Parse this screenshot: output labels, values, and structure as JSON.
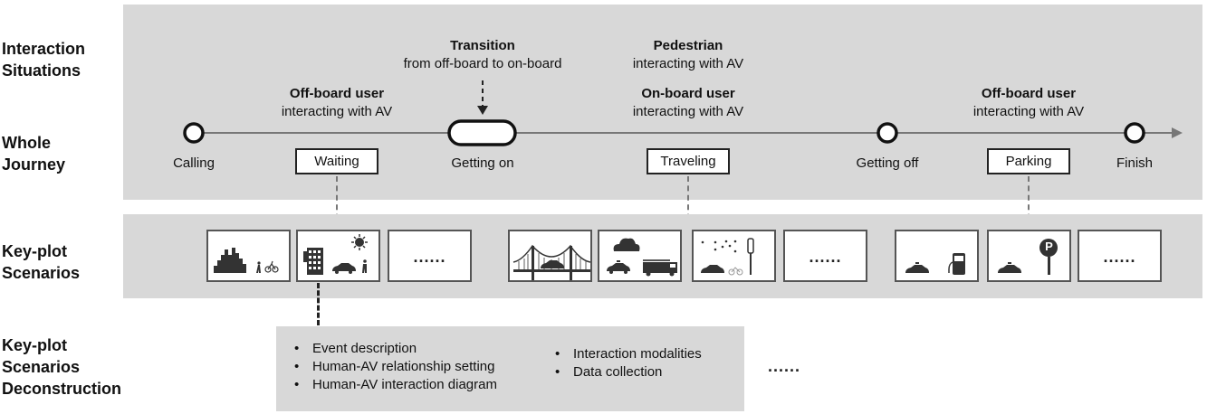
{
  "row_labels": {
    "interaction_situations": [
      "Interaction",
      "Situations"
    ],
    "whole_journey": [
      "Whole",
      "Journey"
    ],
    "keyplot_scenarios": [
      "Key-plot",
      "Scenarios"
    ],
    "keyplot_deconstruction": [
      "Key-plot",
      "Scenarios",
      "Deconstruction"
    ]
  },
  "situations": [
    {
      "title": "Off-board user",
      "subtitle": "interacting with AV"
    },
    {
      "title": "Transition",
      "subtitle": "from off-board to on-board"
    },
    {
      "title": "Pedestrian",
      "subtitle": "interacting with AV"
    },
    {
      "title": "On-board user",
      "subtitle": "interacting with AV"
    },
    {
      "title": "Off-board user",
      "subtitle": "interacting with AV"
    }
  ],
  "journey": {
    "milestones": [
      {
        "label": "Calling",
        "icon": "circle-node"
      },
      {
        "label": "Getting on",
        "icon": "pill-node"
      },
      {
        "label": "Getting off",
        "icon": "circle-node"
      },
      {
        "label": "Finish",
        "icon": "circle-node"
      }
    ],
    "stages": [
      {
        "label": "Waiting"
      },
      {
        "label": "Traveling"
      },
      {
        "label": "Parking"
      }
    ]
  },
  "scenarios": {
    "waiting": [
      {
        "icon": "city-skyline-pedestrian-cyclist-icon"
      },
      {
        "icon": "building-sun-taxi-pedestrian-icon"
      },
      {
        "icon": "more-dots-icon",
        "text": "......"
      }
    ],
    "traveling": [
      {
        "icon": "bridge-taxi-icon"
      },
      {
        "icon": "cloud-taxi-firetruck-icon"
      },
      {
        "icon": "rain-taxi-bicycle-trafficlight-icon"
      },
      {
        "icon": "more-dots-icon",
        "text": "......"
      }
    ],
    "parking": [
      {
        "icon": "taxi-fuel-pump-icon"
      },
      {
        "icon": "taxi-parking-sign-icon",
        "sign_letter": "P"
      },
      {
        "icon": "more-dots-icon",
        "text": "......"
      }
    ]
  },
  "deconstruction": {
    "column1": [
      "Event description",
      "Human-AV relationship setting",
      "Human-AV interaction diagram"
    ],
    "column2": [
      "Interaction modalities",
      "Data collection"
    ],
    "more": "......"
  },
  "colors": {
    "panel": "#d8d8d8",
    "line": "#777777",
    "dark": "#111111"
  }
}
